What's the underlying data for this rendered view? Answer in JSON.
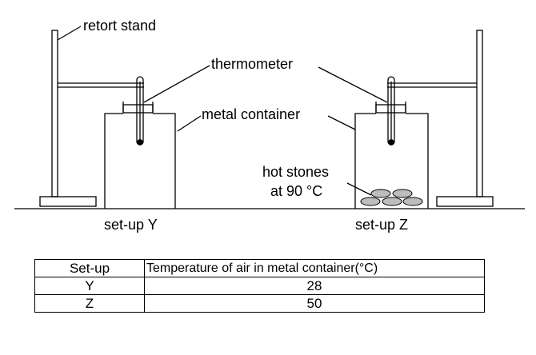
{
  "labels": {
    "retort_stand": "retort stand",
    "thermometer": "thermometer",
    "metal_container": "metal container",
    "hot_stones_line1": "hot stones",
    "hot_stones_line2": "at 90 °C",
    "setup_y": "set-up Y",
    "setup_z": "set-up Z"
  },
  "table": {
    "headers": [
      "Set-up",
      "Temperature of air in metal container(°C)"
    ],
    "rows": [
      [
        "Y",
        "28"
      ],
      [
        "Z",
        "50"
      ]
    ]
  }
}
